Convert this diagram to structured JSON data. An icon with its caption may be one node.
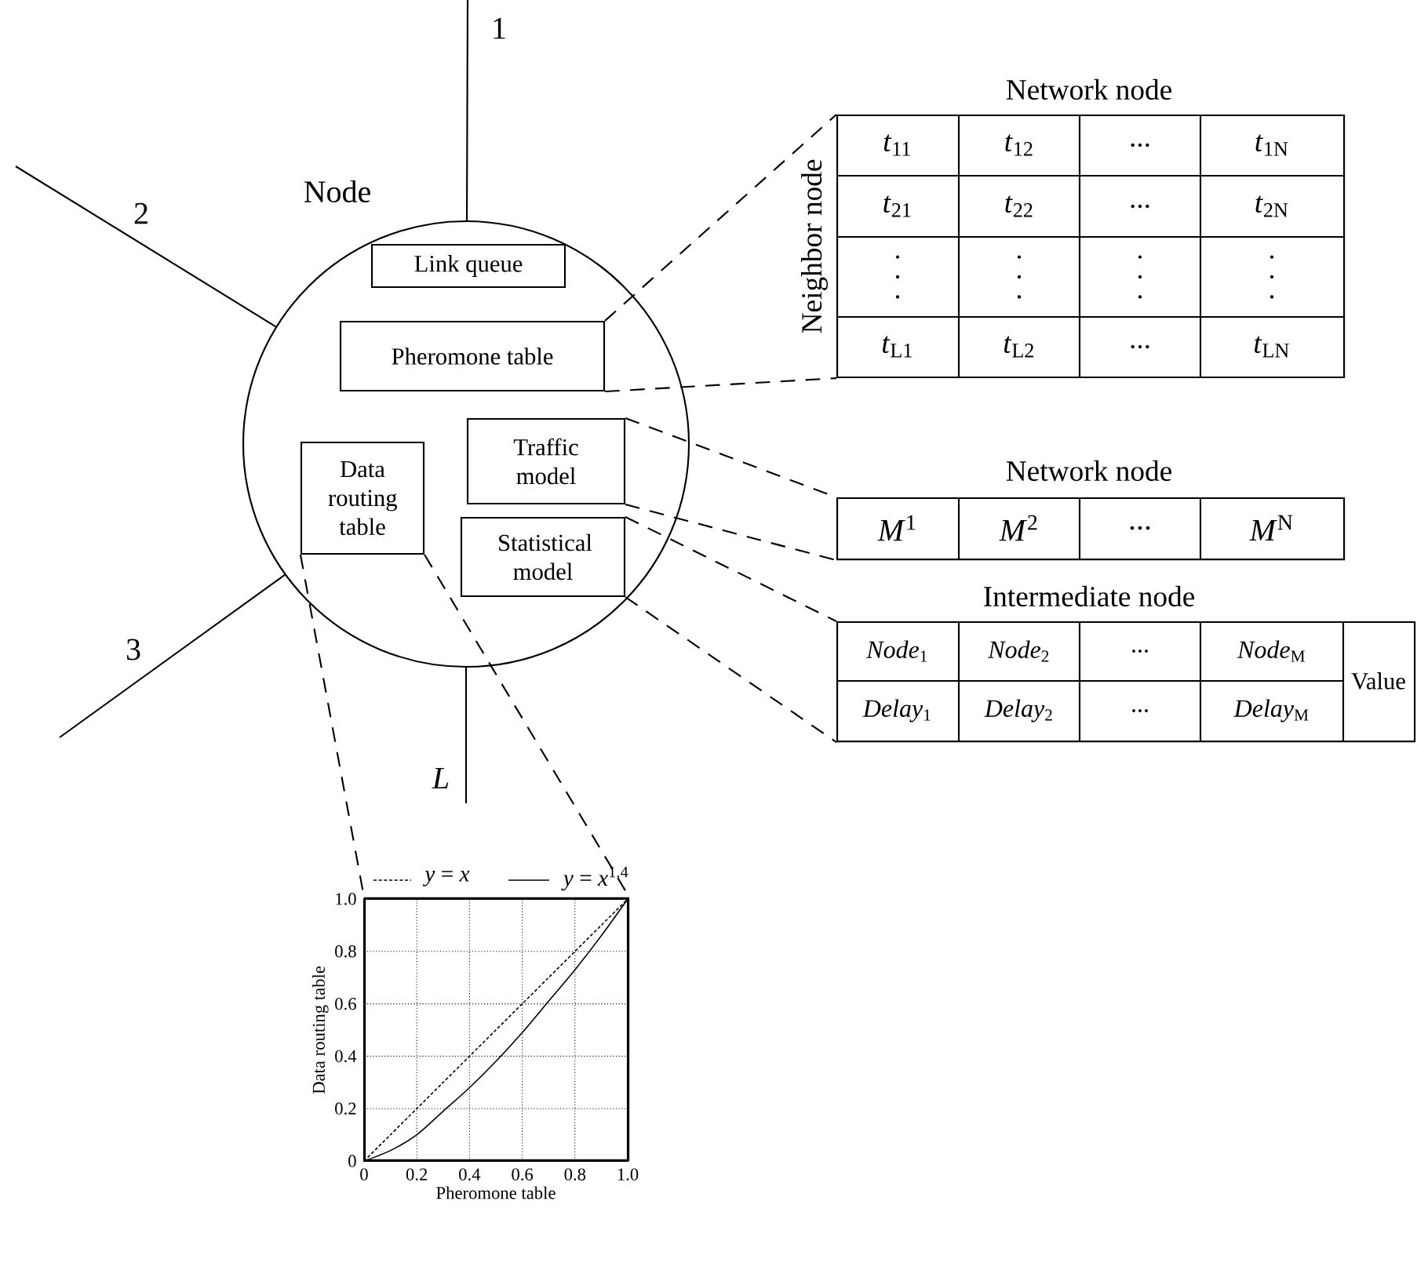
{
  "diagram": {
    "nodes": [
      {
        "text": [
          "Node"
        ]
      },
      {
        "text": [
          "Link queue"
        ],
        "in": 0
      },
      {
        "text": [
          "Pheromone table"
        ],
        "in": 0
      },
      {
        "text": [
          "Data routing table"
        ],
        "in": 0
      },
      {
        "text": [
          "Traffic model"
        ],
        "in": 0
      },
      {
        "text": [
          "Statistical model"
        ],
        "in": 0
      },
      {
        "text": [
          "Network node",
          "Neighbor node",
          "*t*$_{11}$",
          "*t*$_{12}$",
          "...",
          "*t*$_{1N}$",
          "*t*$_{21}$",
          "*t*$_{22}$",
          "...",
          "*t*$_{2N}$",
          "*t*$_{L1}$",
          "*t*$_{L2}$",
          "...",
          "*t*$_{LN}$"
        ]
      },
      {
        "text": [
          "Network node",
          "*M*$^{1}$",
          "*M*$^{2}$",
          "...",
          "*M*$^{N}$"
        ]
      },
      {
        "text": [
          "Intermediate node",
          "*Node*$_{1}$",
          "*Node*$_{2}$",
          "...",
          "*Node*$_{M}$",
          "Value",
          "*Delay*$_{1}$",
          "*Delay*$_{2}$",
          "...",
          "*Delay*$_{M}$"
        ]
      },
      {
        "text": [],
        "shape": "box"
      }
    ],
    "edges": [
      {
        "from": null,
        "to": 0,
        "arrow": "none",
        "label": "1"
      },
      {
        "from": null,
        "to": 0,
        "arrow": "none",
        "label": "2"
      },
      {
        "from": null,
        "to": 0,
        "arrow": "none",
        "label": "3"
      },
      {
        "from": null,
        "to": 0,
        "arrow": "none",
        "label": "*L*"
      },
      {
        "from": 2,
        "to": 6,
        "arrow": "none",
        "style": "dashed"
      },
      {
        "from": 2,
        "to": 6,
        "arrow": "none",
        "style": "dashed"
      },
      {
        "from": 4,
        "to": 7,
        "arrow": "none",
        "style": "dashed"
      },
      {
        "from": 4,
        "to": 7,
        "arrow": "none",
        "style": "dashed"
      },
      {
        "from": 5,
        "to": 8,
        "arrow": "none",
        "style": "dashed"
      },
      {
        "from": 5,
        "to": 8,
        "arrow": "none",
        "style": "dashed"
      },
      {
        "from": 3,
        "to": 9,
        "arrow": "none",
        "style": "dashed"
      },
      {
        "from": 3,
        "to": 9,
        "arrow": "none",
        "style": "dashed"
      }
    ],
    "chart_data": {
      "type": "line",
      "xlabel": "Pheromone table",
      "ylabel": "Data routing table",
      "x": [
        0,
        0.1,
        0.2,
        0.3,
        0.4,
        0.5,
        0.6,
        0.7,
        0.8,
        0.9,
        1.0
      ],
      "series": [
        {
          "name": "*y* = *x*",
          "line_style": "dashed",
          "values": [
            0,
            0.1,
            0.2,
            0.3,
            0.4,
            0.5,
            0.6,
            0.7,
            0.8,
            0.9,
            1.0
          ]
        },
        {
          "name": "*y* = *x*$^{1.4}$",
          "line_style": "solid",
          "values": [
            0,
            0.04,
            0.1,
            0.19,
            0.28,
            0.38,
            0.49,
            0.61,
            0.73,
            0.86,
            1.0
          ]
        }
      ],
      "grid": true,
      "legend": true,
      "xlim": [
        0,
        1
      ],
      "ylim": [
        0,
        1
      ],
      "xticks": [
        {
          "value": 0,
          "label": "0"
        },
        {
          "value": 0.2,
          "label": "0.2"
        },
        {
          "value": 0.4,
          "label": "0.4"
        },
        {
          "value": 0.6,
          "label": "0.6"
        },
        {
          "value": 0.8,
          "label": "0.8"
        },
        {
          "value": 1.0,
          "label": "1.0"
        }
      ],
      "yticks": [
        {
          "value": 0,
          "label": "0"
        },
        {
          "value": 0.2,
          "label": "0.2"
        },
        {
          "value": 0.4,
          "label": "0.4"
        },
        {
          "value": 0.6,
          "label": "0.6"
        },
        {
          "value": 0.8,
          "label": "0.8"
        },
        {
          "value": 1.0,
          "label": "1.0"
        }
      ]
    }
  }
}
